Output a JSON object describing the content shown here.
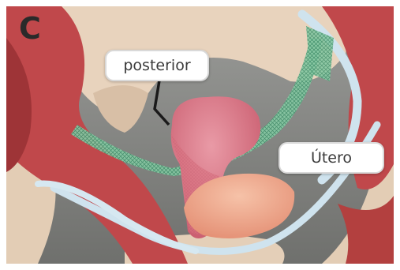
{
  "figure": {
    "panel_letter": "C",
    "labels": {
      "posterior": "posterior",
      "utero": "Útero"
    }
  },
  "colors": {
    "background": "#8a8b88",
    "muscle": "#c0484b",
    "bone": "#e8d3bd",
    "ligament": "#cfe3ee",
    "mesh": "#6fb58f",
    "uterus": "#d96d80",
    "organ": "#efa488"
  }
}
